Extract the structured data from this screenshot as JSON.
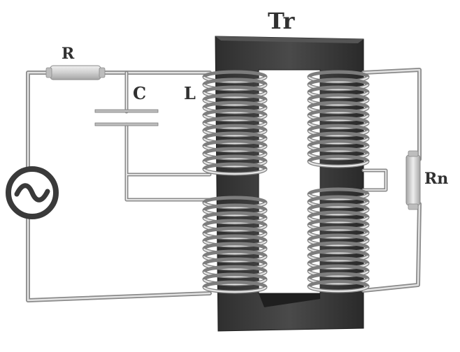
{
  "diagram": {
    "labels": {
      "transformer": "Tr",
      "resistor": "R",
      "capacitor": "C",
      "inductor": "L",
      "load_resistor": "Rn"
    },
    "icons": {
      "source": "ac-source-icon"
    },
    "colors": {
      "core": "#3a3a3a",
      "wire": "#b5b5b5",
      "coil": "#c4c4c4",
      "resistor_body": "#cfcfcf",
      "text": "#303030",
      "source_ring": "#3a3a3a"
    }
  }
}
